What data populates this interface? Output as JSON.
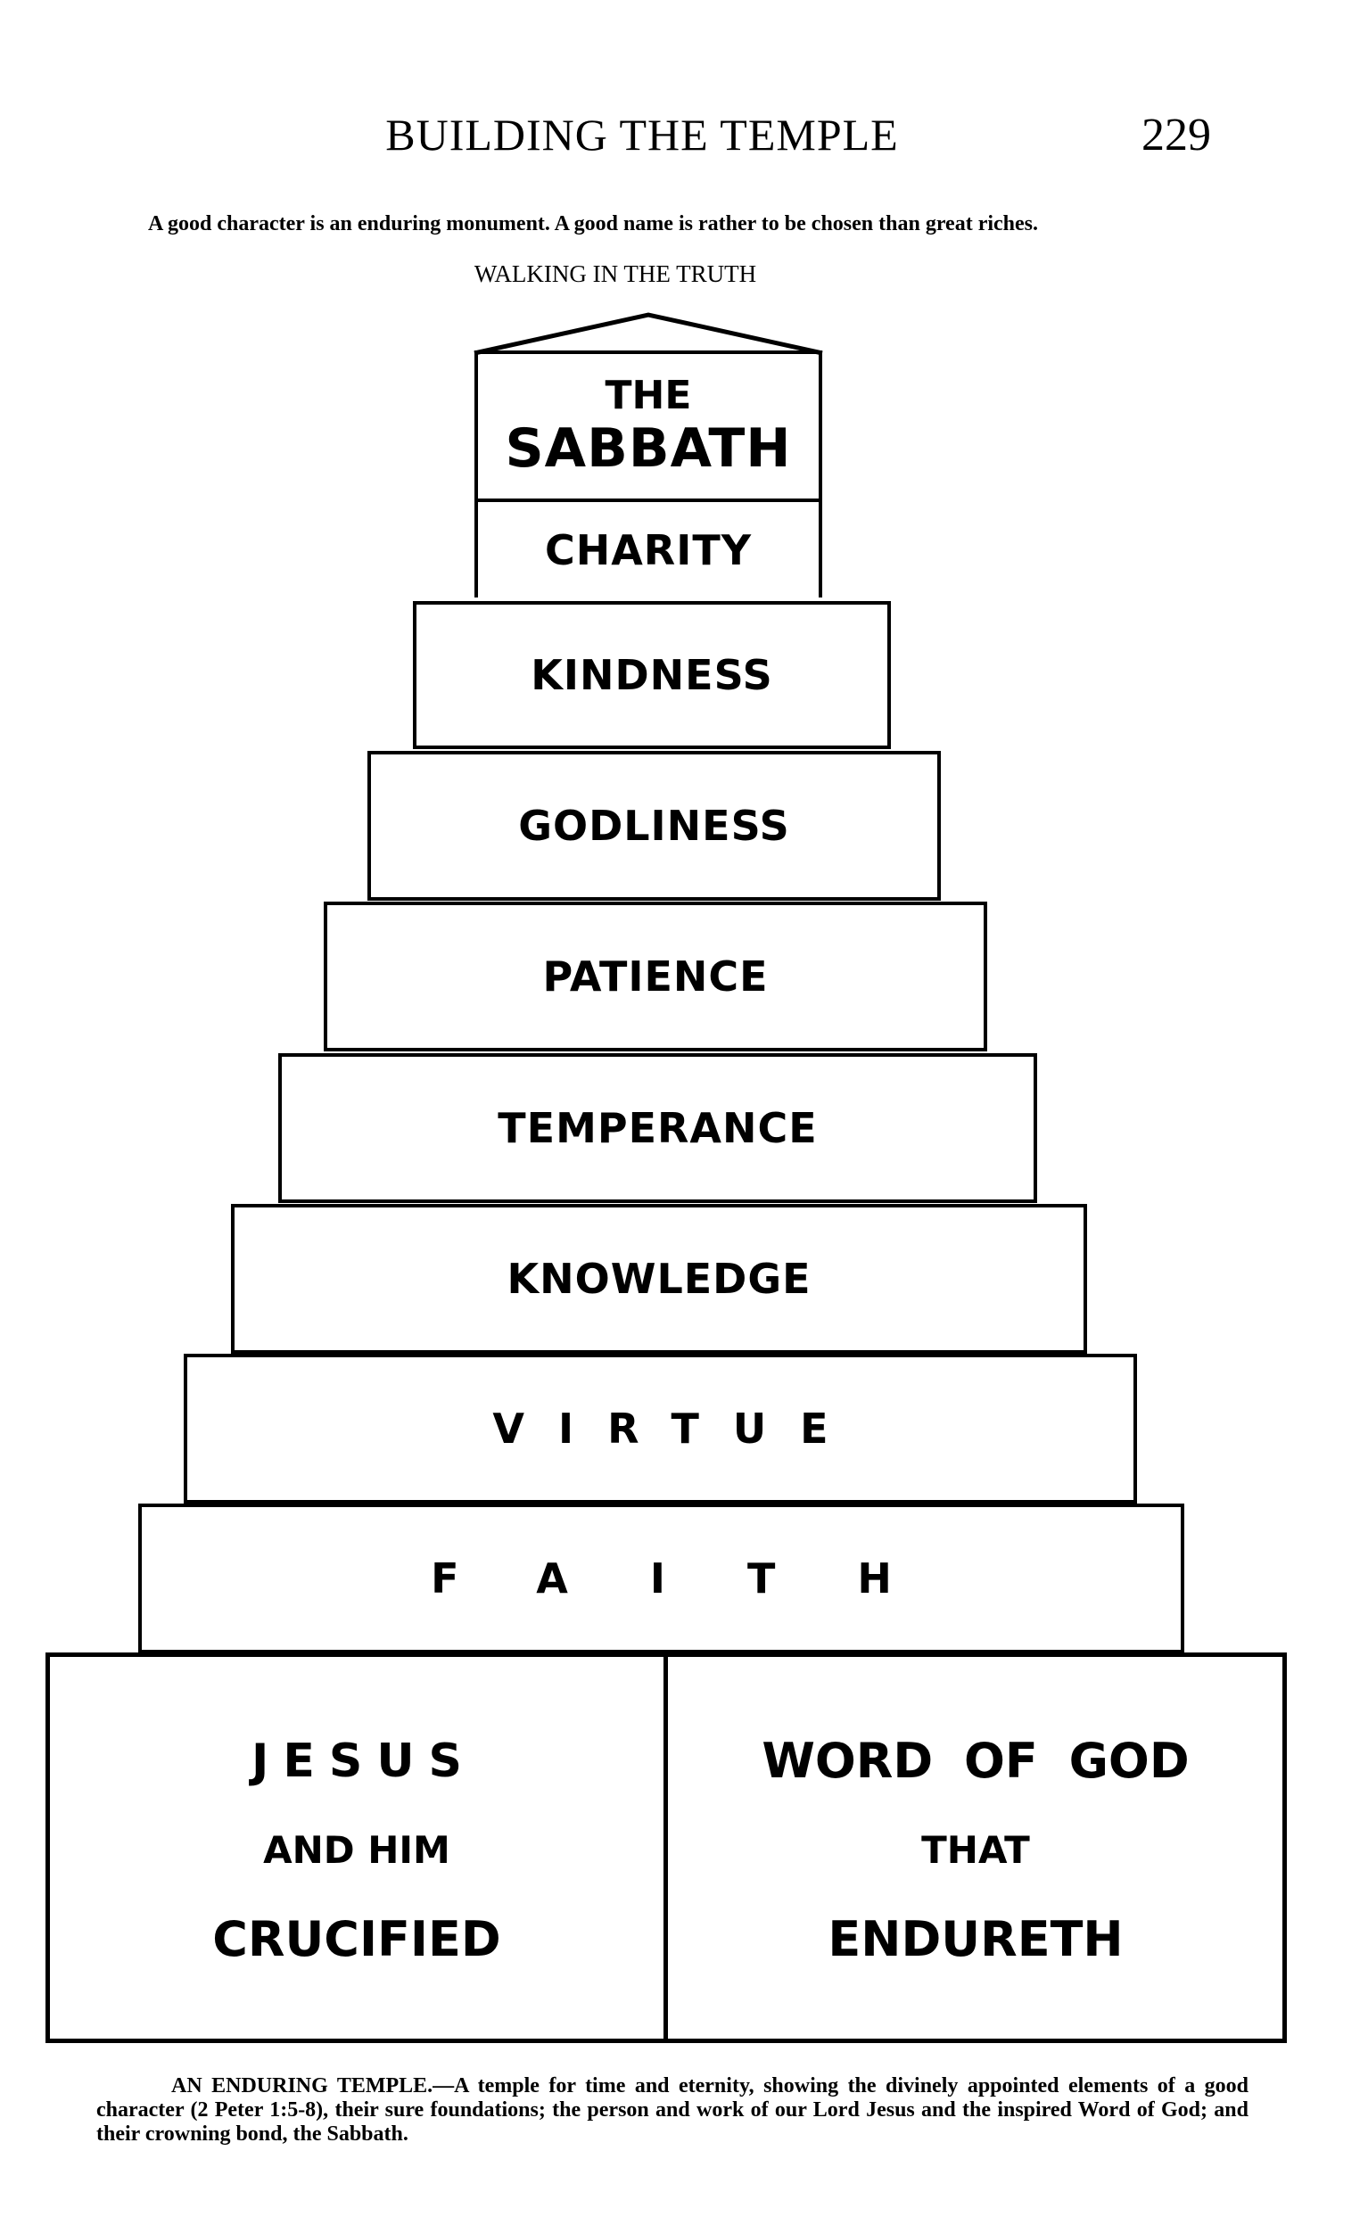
{
  "header": {
    "running_title": "BUILDING THE TEMPLE",
    "page_number": "229"
  },
  "intro": "A good character is an enduring monument. A good name is rather to be chosen than great riches.",
  "subheading": "WALKING IN THE TRUTH",
  "temple": {
    "top": {
      "line1": "THE",
      "line2": "SABBATH",
      "lower": "CHARITY"
    },
    "steps": [
      "KINDNESS",
      "GODLINESS",
      "PATIENCE",
      "TEMPERANCE",
      "KNOWLEDGE",
      "VIRTUE",
      "FAITH"
    ],
    "foundation_left": {
      "line1": "JESUS",
      "line2": "AND HIM",
      "line3": "CRUCIFIED"
    },
    "foundation_right": {
      "line1": "WORD OF GOD",
      "line2": "THAT",
      "line3": "ENDURETH"
    }
  },
  "caption": "AN ENDURING TEMPLE.—A temple for time and eternity, showing the divinely appointed elements of a good character (2 Peter 1:5-8), their sure foundations; the person and work of our Lord Jesus and the inspired Word of God; and their crowning bond, the Sabbath."
}
